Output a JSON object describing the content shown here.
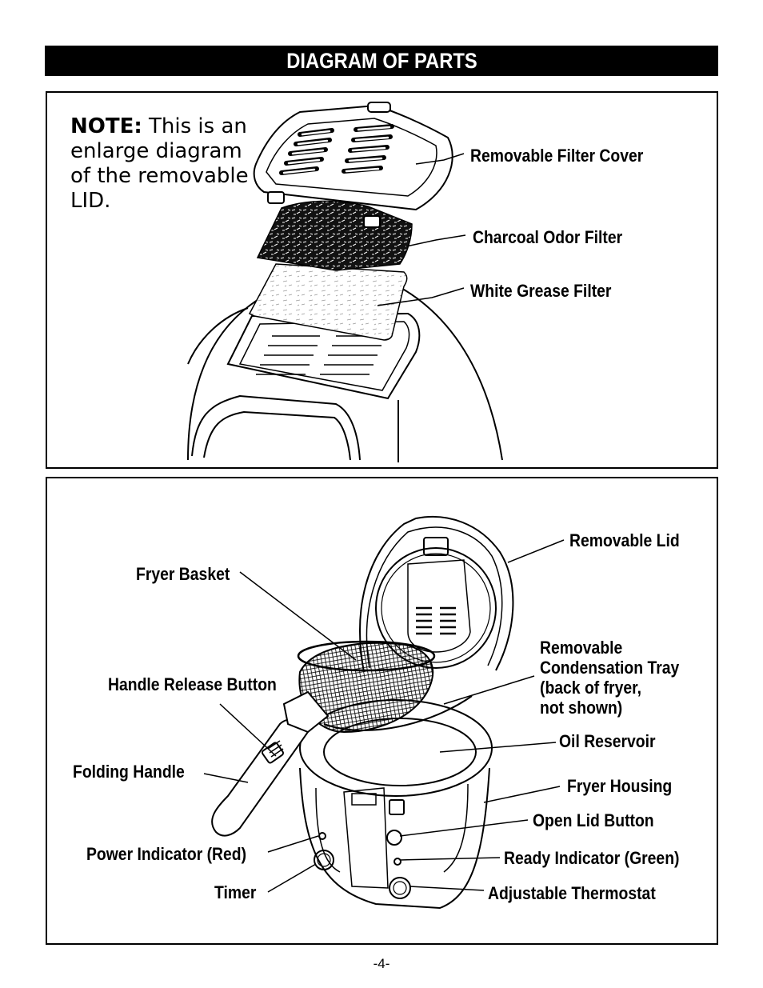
{
  "title": "DIAGRAM OF PARTS",
  "note": {
    "heading": "NOTE:",
    "text": "This is an enlarge diagram of the removable LID."
  },
  "lid_labels": {
    "filter_cover": "Removable Filter Cover",
    "charcoal_filter": "Charcoal Odor Filter",
    "grease_filter": "White Grease Filter"
  },
  "fryer_labels": {
    "removable_lid": "Removable Lid",
    "fryer_basket": "Fryer Basket",
    "condensation_tray_1": "Removable",
    "condensation_tray_2": "Condensation Tray",
    "condensation_tray_3": "(back of fryer,",
    "condensation_tray_4": "not shown)",
    "handle_release": "Handle Release Button",
    "oil_reservoir": "Oil Reservoir",
    "folding_handle": "Folding Handle",
    "fryer_housing": "Fryer Housing",
    "open_lid_button": "Open Lid Button",
    "power_indicator": "Power Indicator (Red)",
    "ready_indicator": "Ready Indicator (Green)",
    "timer": "Timer",
    "thermostat": "Adjustable Thermostat"
  },
  "page_number": "-4-"
}
